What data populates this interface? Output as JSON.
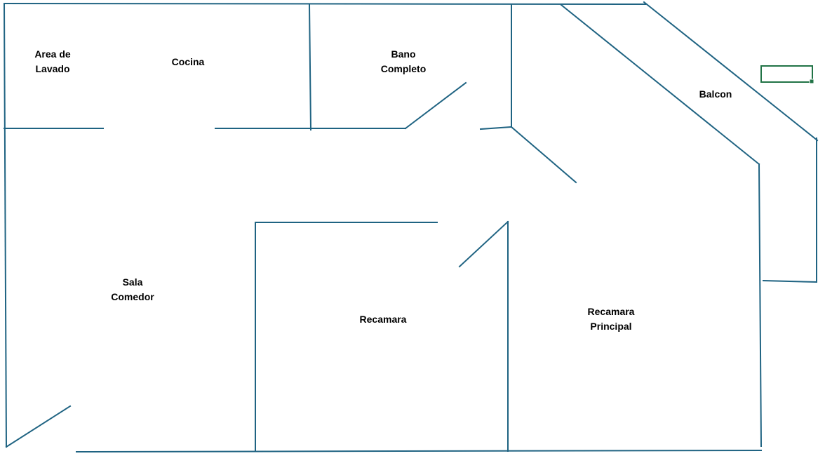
{
  "colors": {
    "wall": "#1f6382",
    "selection": "#217346"
  },
  "rooms": {
    "lavado": {
      "line1": "Area de",
      "line2": "Lavado"
    },
    "cocina": {
      "line1": "Cocina"
    },
    "bano": {
      "line1": "Bano",
      "line2": "Completo"
    },
    "balcon": {
      "line1": "Balcon"
    },
    "sala": {
      "line1": "Sala",
      "line2": "Comedor"
    },
    "recamara": {
      "line1": "Recamara"
    },
    "principal": {
      "line1": "Recamara",
      "line2": "Principal"
    }
  }
}
